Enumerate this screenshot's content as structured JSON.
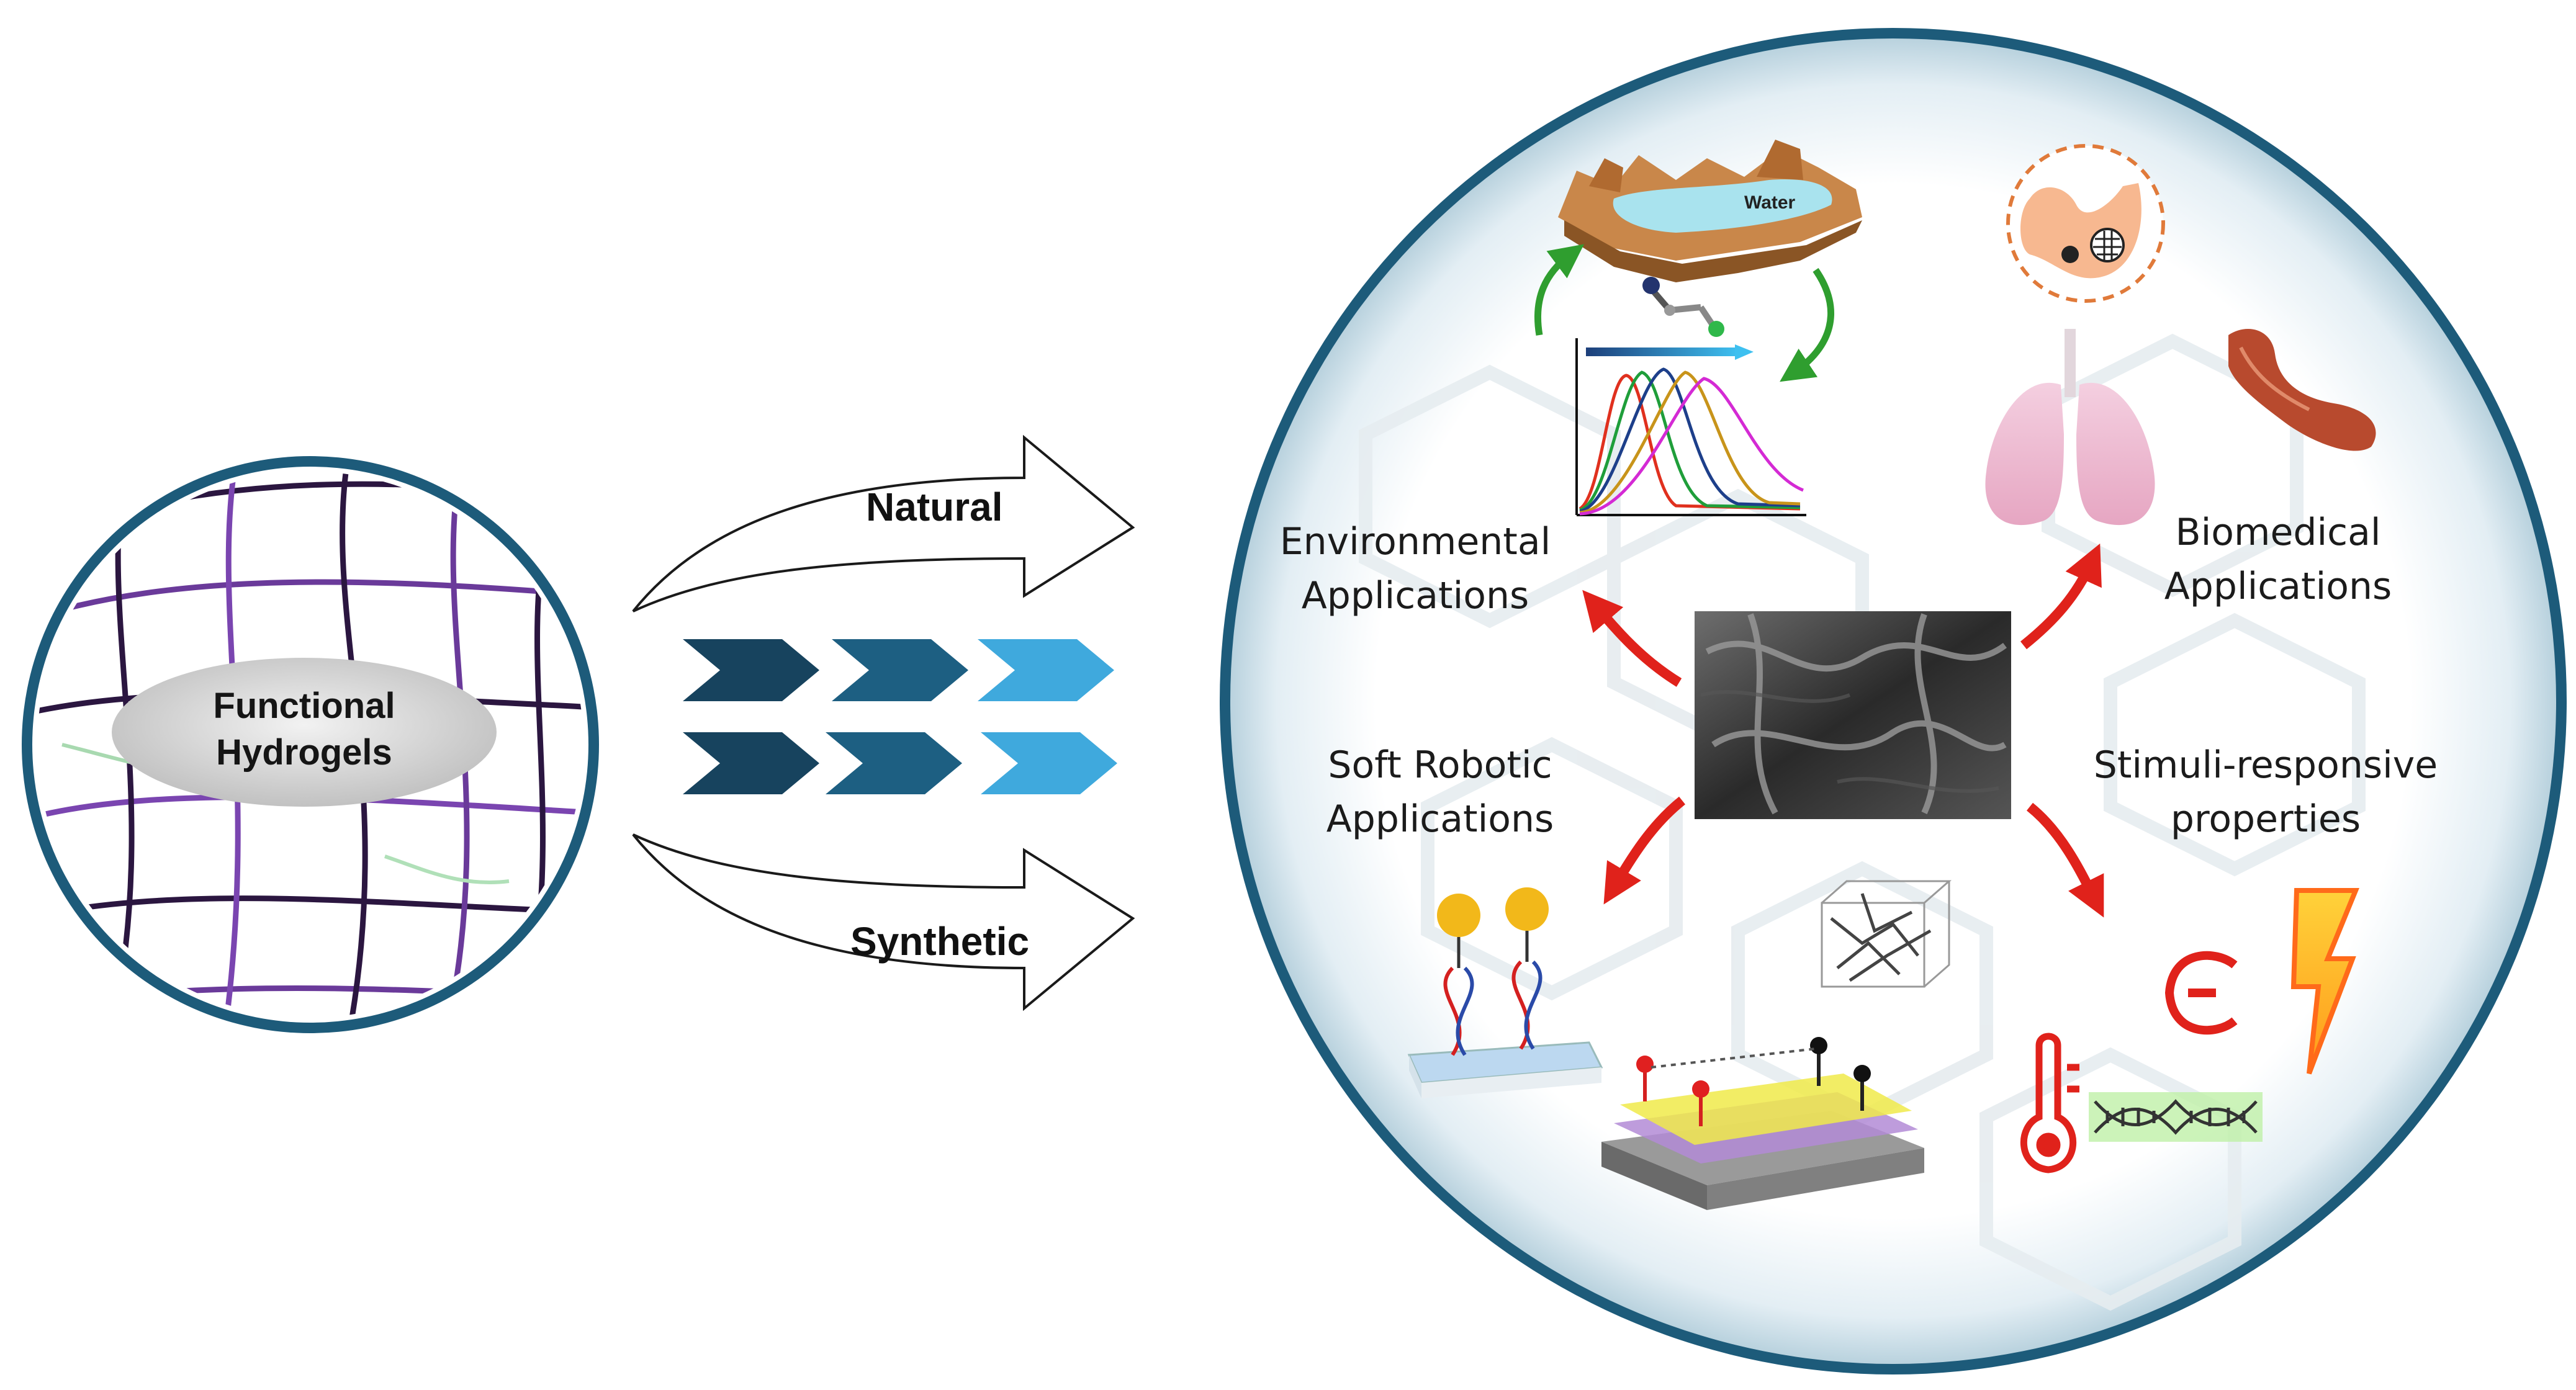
{
  "hydrogel": {
    "line1": "Functional",
    "line2": "Hydrogels"
  },
  "routes": {
    "natural": "Natural",
    "synthetic": "Synthetic"
  },
  "applications": {
    "environmental": {
      "line1": "Environmental",
      "line2": "Applications"
    },
    "biomedical": {
      "line1": "Biomedical",
      "line2": "Applications"
    },
    "soft_robotic": {
      "line1": "Soft Robotic",
      "line2": "Applications"
    },
    "stimuli": {
      "line1": "Stimuli-responsive",
      "line2": "properties"
    }
  },
  "water_label": "Water",
  "colors": {
    "ring": "#2a6f8c",
    "chevron_dark": "#17435e",
    "chevron_mid": "#1d5f82",
    "chevron_light": "#3fa9dd",
    "red_arrow": "#e0221b",
    "green_arrow": "#2f9e2f"
  },
  "icons": [
    "hydrogel-network-icon",
    "stomach-icon",
    "lungs-icon",
    "muscle-icon",
    "water-lake-icon",
    "molecule-icon",
    "spectra-plot-icon",
    "sem-micrograph-icon",
    "dna-sensor-icon",
    "hydrogel-cube-icon",
    "soft-actuator-icon",
    "thermometer-icon",
    "electric-icon",
    "lightning-icon",
    "dna-strand-icon"
  ]
}
